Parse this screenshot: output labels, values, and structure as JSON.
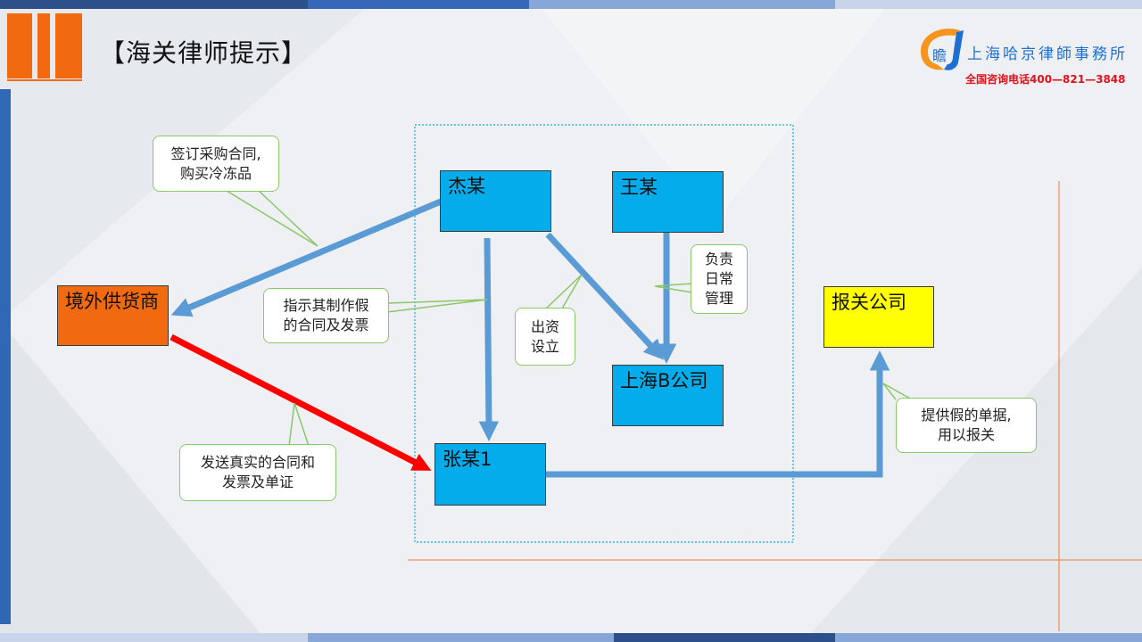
{
  "header": {
    "title": "【海关律师提示】",
    "logo_glyph": "瞻",
    "firm_name": "上海哈京律師事務所",
    "phone": "全国咨询电话400—821—3848"
  },
  "nodes": {
    "supplier": "境外供货商",
    "jie": "杰某",
    "wang": "王某",
    "shanghai_b": "上海B公司",
    "zhang": "张某1",
    "broker": "报关公司"
  },
  "callouts": {
    "sign_contract": "签订采购合同,\n购买冷冻品",
    "instruct_fake": "指示其制作假\n的合同及发票",
    "invest": "出资\n设立",
    "daily_mgmt": "负责\n日常\n管理",
    "send_real": "发送真实的合同和\n发票及单证",
    "provide_fake": "提供假的单据,\n用以报关"
  },
  "colors": {
    "accent_orange": "#f26a0f",
    "node_blue": "#04acec",
    "arrow_blue": "#5b9bd5",
    "arrow_red": "#ff0000",
    "broker_yellow": "#ffff00",
    "callout_border": "#8cc66a",
    "phone_red": "#e0121b"
  }
}
